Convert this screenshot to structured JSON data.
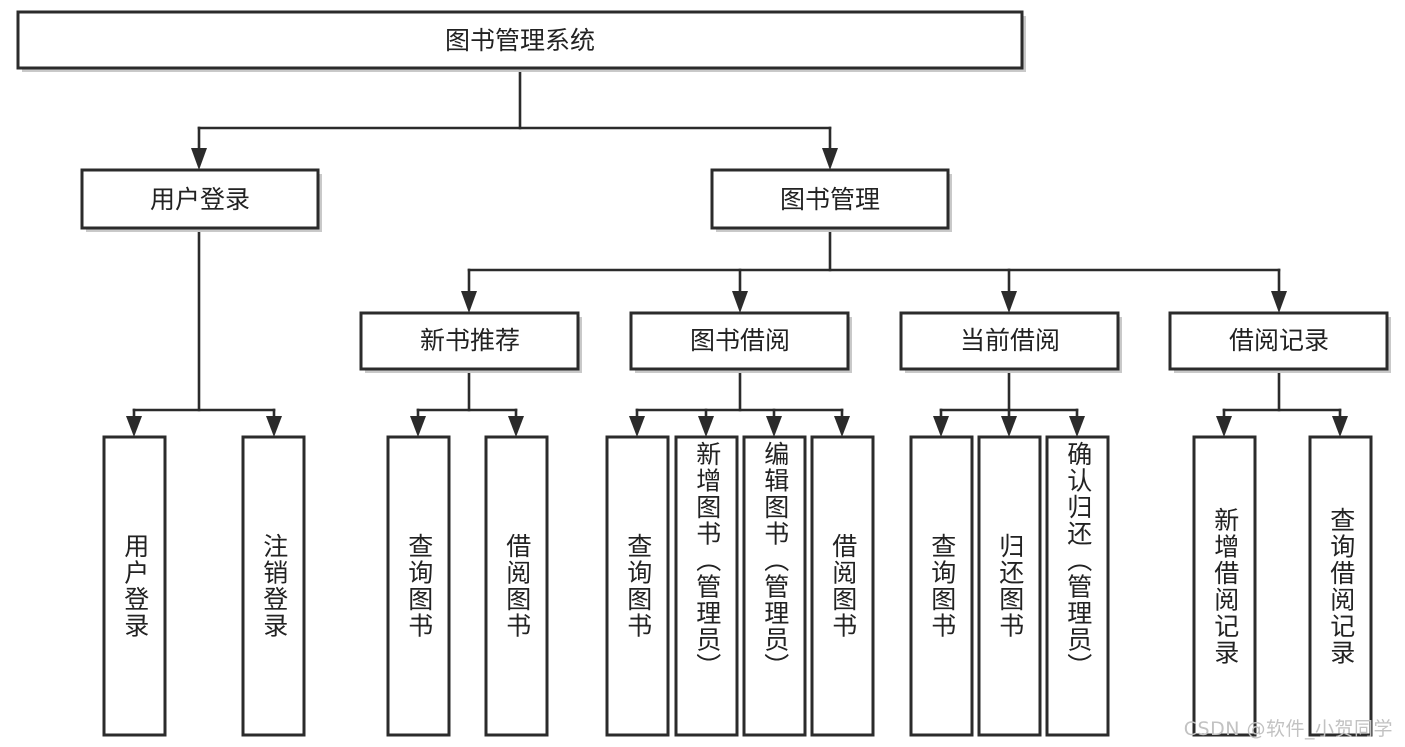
{
  "diagram": {
    "type": "tree-hierarchy",
    "title": "图书管理系统",
    "watermark": "CSDN @软件_小贺同学",
    "colors": {
      "stroke": "#2b2b2b",
      "fill": "#ffffff",
      "shadow": "#c9c9c9",
      "text": "#222222",
      "watermark": "#c2c2c2"
    },
    "levels": {
      "root": {
        "label": "图书管理系统",
        "orientation": "horizontal"
      },
      "level2": [
        {
          "label": "用户登录",
          "orientation": "horizontal"
        },
        {
          "label": "图书管理",
          "orientation": "horizontal"
        }
      ],
      "level3": [
        {
          "label": "新书推荐",
          "orientation": "horizontal",
          "parent": "图书管理"
        },
        {
          "label": "图书借阅",
          "orientation": "horizontal",
          "parent": "图书管理"
        },
        {
          "label": "当前借阅",
          "orientation": "horizontal",
          "parent": "图书管理"
        },
        {
          "label": "借阅记录",
          "orientation": "horizontal",
          "parent": "图书管理"
        }
      ],
      "leaves": [
        {
          "label": "用户登录",
          "orientation": "vertical",
          "parent": "用户登录"
        },
        {
          "label": "注销登录",
          "orientation": "vertical",
          "parent": "用户登录"
        },
        {
          "label": "查询图书",
          "orientation": "vertical",
          "parent": "新书推荐"
        },
        {
          "label": "借阅图书",
          "orientation": "vertical",
          "parent": "新书推荐"
        },
        {
          "label": "查询图书",
          "orientation": "vertical",
          "parent": "图书借阅"
        },
        {
          "label": "新增图书（管理员）",
          "orientation": "vertical",
          "parent": "图书借阅"
        },
        {
          "label": "编辑图书（管理员）",
          "orientation": "vertical",
          "parent": "图书借阅"
        },
        {
          "label": "借阅图书",
          "orientation": "vertical",
          "parent": "图书借阅"
        },
        {
          "label": "查询图书",
          "orientation": "vertical",
          "parent": "当前借阅"
        },
        {
          "label": "归还图书",
          "orientation": "vertical",
          "parent": "当前借阅"
        },
        {
          "label": "确认归还（管理员）",
          "orientation": "vertical",
          "parent": "当前借阅"
        },
        {
          "label": "新增借阅记录",
          "orientation": "vertical",
          "parent": "借阅记录"
        },
        {
          "label": "查询借阅记录",
          "orientation": "vertical",
          "parent": "借阅记录"
        }
      ]
    }
  }
}
